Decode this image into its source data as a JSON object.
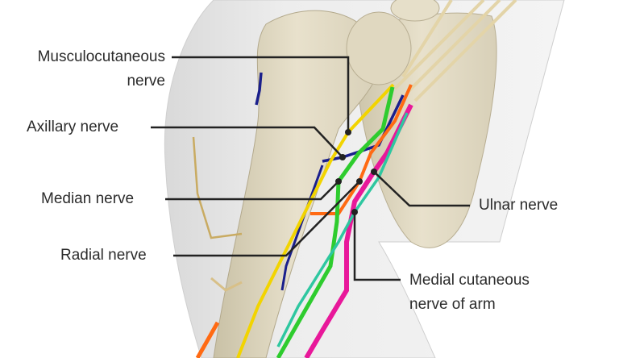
{
  "labels": {
    "musculocutaneous_line1": "Musculocutaneous",
    "musculocutaneous_line2": "nerve",
    "axillary": "Axillary nerve",
    "median": "Median nerve",
    "radial": "Radial nerve",
    "ulnar": "Ulnar nerve",
    "medial_cutaneous_line1": "Medial cutaneous",
    "medial_cutaneous_line2": "nerve of arm"
  },
  "colors": {
    "musculocutaneous": "#f2d400",
    "axillary": "#1a1f8c",
    "median": "#2ecc2e",
    "radial": "#ff6a13",
    "ulnar": "#e8189a",
    "medial_cutaneous": "#2ec7a0",
    "bone": "#e6dfc9",
    "leader": "#222222"
  }
}
